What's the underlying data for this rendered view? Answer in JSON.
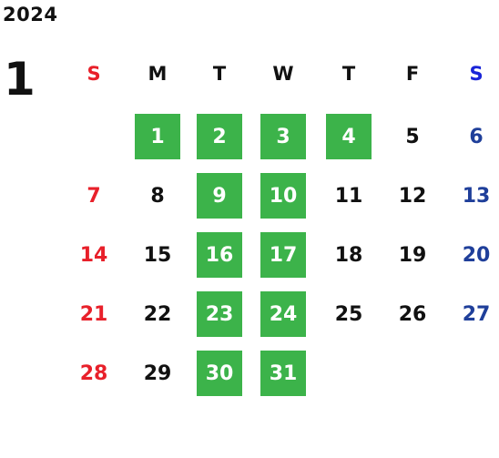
{
  "calendar": {
    "year": "2024",
    "month": "1",
    "weekdays": [
      "S",
      "M",
      "T",
      "W",
      "T",
      "F",
      "S"
    ],
    "start_weekday_index": 1,
    "days_in_month": 31,
    "highlighted_days": [
      1,
      2,
      3,
      4,
      9,
      10,
      16,
      17,
      23,
      24,
      30,
      31
    ],
    "colors": {
      "highlight_bg": "#3cb34a",
      "highlight_text": "#ffffff",
      "sunday": "#e8202a",
      "saturday": "#1f3f9a",
      "saturday_header": "#1a25d8",
      "weekday": "#111111"
    }
  }
}
